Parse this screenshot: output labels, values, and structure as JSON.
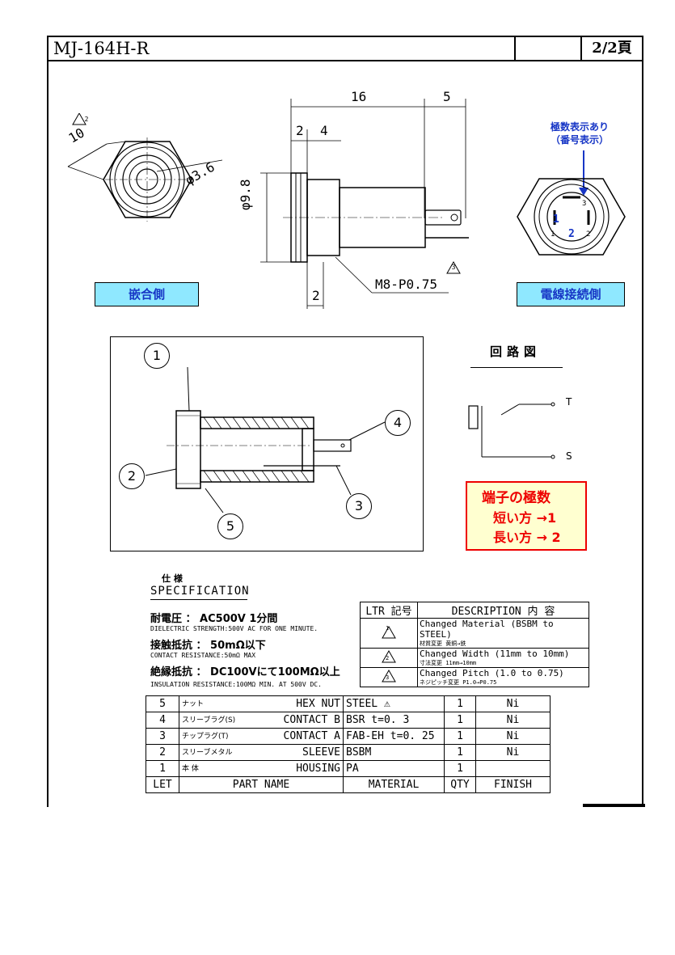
{
  "header": {
    "code": "MJ-164H-R",
    "page": "2/2頁"
  },
  "front_view": {
    "dim_hex": "10",
    "dim_hex_rev": "2",
    "dim_hole": "φ3.6",
    "label": "嵌合側"
  },
  "side_view": {
    "dim_16": "16",
    "dim_5": "5",
    "dim_2a": "2",
    "dim_4": "4",
    "dim_dia": "φ9.8",
    "dim_2b": "2",
    "thread": "M8-P0.75",
    "thread_rev": "3"
  },
  "rear_view": {
    "note_line1": "極数表示あり",
    "note_line2": "（番号表示）",
    "pin1": "1",
    "pin2": "2",
    "pin3": "3",
    "pin1_small": "1",
    "pin2_small": "2",
    "label": "電線接続側"
  },
  "section_view": {
    "callouts": [
      "1",
      "2",
      "3",
      "4",
      "5"
    ]
  },
  "circuit": {
    "title": "回路図",
    "t_label": "T",
    "s_label": "S"
  },
  "terminal_note": {
    "title": "端子の極数",
    "short": "短い方 →1",
    "long": "長い方 → 2"
  },
  "spec": {
    "jp_title": "仕 様",
    "title": "SPECIFICATION",
    "items": [
      {
        "main": "耐電圧 ： AC500V 1分間",
        "sub": "DIELECTRIC STRENGTH:500V AC FOR ONE MINUTE."
      },
      {
        "main": "接触抵抗 ： 50mΩ以下",
        "sub": "CONTACT RESISTANCE:50mΩ MAX"
      },
      {
        "main": "絶縁抵抗 ： DC100Vにて100MΩ以上",
        "sub": "INSULATION RESISTANCE:100MΩ MIN. AT 500V DC."
      }
    ]
  },
  "revisions": {
    "header_ltr": "LTR 記号",
    "header_desc": "DESCRIPTION 内 容",
    "rows": [
      {
        "ltr": "1",
        "desc": "Changed Material (BSBM to STEEL)",
        "sub": "材質変更 黄銅→鉄"
      },
      {
        "ltr": "2",
        "desc": "Changed Width (11mm to 10mm)",
        "sub": "寸法変更 11mm→10mm"
      },
      {
        "ltr": "3",
        "desc": "Changed Pitch (1.0 to 0.75)",
        "sub": "ネジピッチ変更 P1.0→P0.75"
      }
    ]
  },
  "parts": {
    "header": {
      "let": "LET",
      "name": "PART NAME",
      "material": "MATERIAL",
      "qty": "QTY",
      "finish": "FINISH"
    },
    "rows": [
      {
        "let": "5",
        "jp": "ナット",
        "en": "HEX NUT",
        "material": "STEEL ⚠",
        "qty": "1",
        "finish": "Ni"
      },
      {
        "let": "4",
        "jp": "スリーブラグ(S)",
        "en": "CONTACT B",
        "material": "BSR t=0. 3",
        "qty": "1",
        "finish": "Ni"
      },
      {
        "let": "3",
        "jp": "チップラグ(T)",
        "en": "CONTACT A",
        "material": "FAB-EH t=0. 25",
        "qty": "1",
        "finish": "Ni"
      },
      {
        "let": "2",
        "jp": "スリーブメタル",
        "en": "SLEEVE",
        "material": "BSBM",
        "qty": "1",
        "finish": "Ni"
      },
      {
        "let": "1",
        "jp": "本 体",
        "en": "HOUSING",
        "material": "PA",
        "qty": "1",
        "finish": ""
      }
    ]
  }
}
